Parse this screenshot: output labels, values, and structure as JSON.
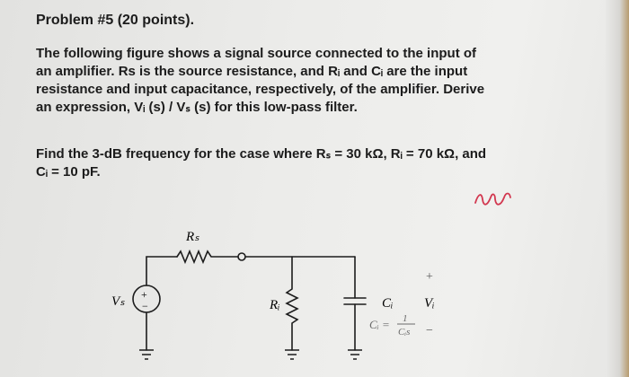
{
  "problem": {
    "title": "Problem #5 (20 points)."
  },
  "paragraph1": {
    "lines": [
      "The following figure shows a signal source connected to the input of",
      "an amplifier. Rs is the source resistance, and Rᵢ and Cᵢ are the input",
      "resistance and input capacitance, respectively, of the amplifier. Derive",
      "an expression, Vᵢ (s) / Vₛ (s) for this low-pass filter."
    ]
  },
  "paragraph2": {
    "lines": [
      "Find the 3-dB frequency for the case where Rₛ = 30 kΩ, Rᵢ = 70 kΩ, and",
      "Cᵢ = 10 pF."
    ]
  },
  "circuit": {
    "rs_label": "Rₛ",
    "vs_label": "Vₛ",
    "ri_label": "Rᵢ",
    "ci_label": "Cᵢ",
    "vi_label": "Vᵢ",
    "plus_label": "+",
    "minus_label": "−",
    "source_plus": "+",
    "source_minus": "−",
    "annotation_left": "Cᵢ =",
    "annotation_num": "1",
    "annotation_den": "Cᵢs"
  },
  "colors": {
    "ink": "#1c1c1c",
    "pen_red": "#d2374f",
    "pencil": "#6a6a6a"
  }
}
